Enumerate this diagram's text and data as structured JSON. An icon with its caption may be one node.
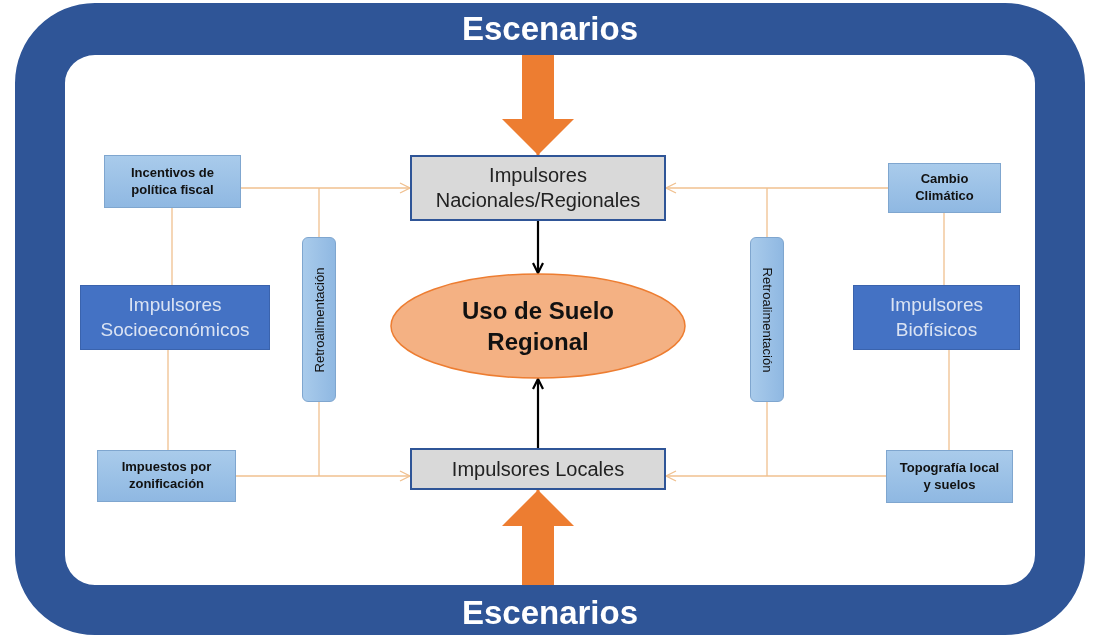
{
  "diagram": {
    "nodes": [
      {
        "text": [
          "Escenarios",
          "Escenarios"
        ]
      },
      {
        "text": [
          "Incentivos de política fiscal"
        ],
        "in": 0
      },
      {
        "text": [
          "Impulsores Nacionales/Regionales"
        ],
        "in": 0
      },
      {
        "text": [
          "Cambio Climático"
        ],
        "in": 0
      },
      {
        "text": [
          "Impulsores Socioeconómicos"
        ],
        "in": 0
      },
      {
        "text": [
          "Retroalimentación"
        ],
        "in": 0
      },
      {
        "text": [
          "Uso de Suelo Regional"
        ],
        "in": 0
      },
      {
        "text": [
          "Retroalimentación"
        ],
        "in": 0
      },
      {
        "text": [
          "Impulsores Biofísicos"
        ],
        "in": 0
      },
      {
        "text": [
          "Impuestos por zonificación"
        ],
        "in": 0
      },
      {
        "text": [
          "Impulsores Locales"
        ],
        "in": 0
      },
      {
        "text": [
          "Topografía local y suelos"
        ],
        "in": 0
      }
    ],
    "edges": [
      {
        "from": 0,
        "to": 2,
        "arrow": "to",
        "style": "thick",
        "color": "#ed7d31"
      },
      {
        "from": 0,
        "to": 10,
        "arrow": "to",
        "style": "thick",
        "color": "#ed7d31"
      },
      {
        "from": 1,
        "to": 2,
        "arrow": "to"
      },
      {
        "from": 3,
        "to": 2,
        "arrow": "to"
      },
      {
        "from": 9,
        "to": 10,
        "arrow": "to"
      },
      {
        "from": 11,
        "to": 10,
        "arrow": "to"
      },
      {
        "from": 2,
        "to": 6,
        "arrow": "to",
        "color": "#000000"
      },
      {
        "from": 10,
        "to": 6,
        "arrow": "to",
        "color": "#000000"
      },
      {
        "from": 1,
        "to": 4,
        "arrow": "none"
      },
      {
        "from": 4,
        "to": 9,
        "arrow": "none"
      },
      {
        "from": 3,
        "to": 8,
        "arrow": "none"
      },
      {
        "from": 8,
        "to": 11,
        "arrow": "none"
      },
      {
        "from": 5,
        "to": null,
        "arrow": "none"
      },
      {
        "from": 5,
        "to": null,
        "arrow": "none"
      },
      {
        "from": 7,
        "to": null,
        "arrow": "none"
      },
      {
        "from": 7,
        "to": null,
        "arrow": "none"
      }
    ]
  }
}
